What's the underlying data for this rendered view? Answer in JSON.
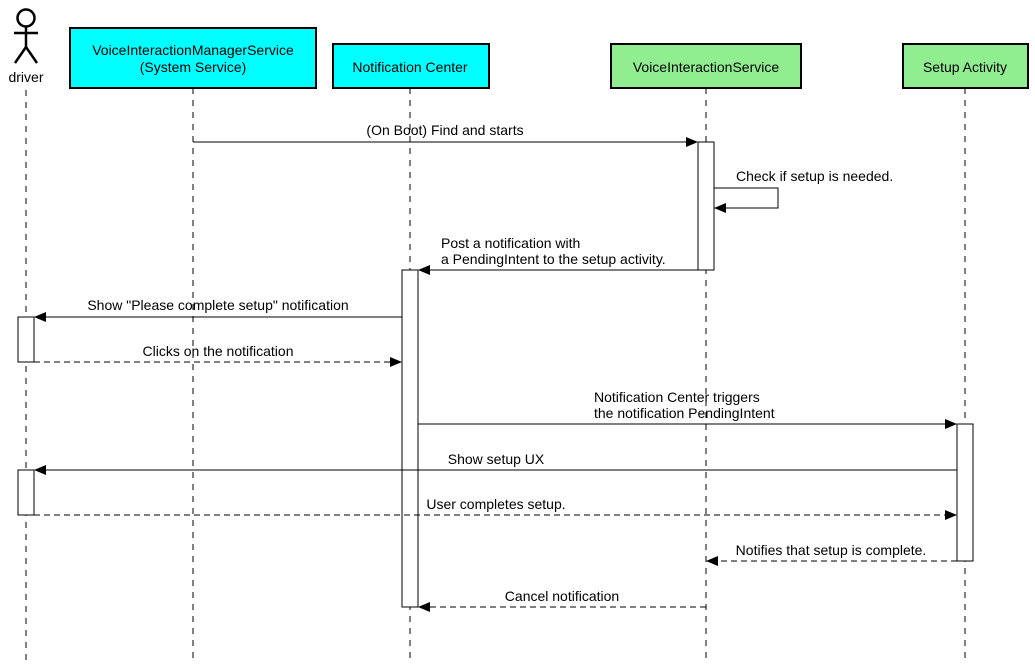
{
  "colors": {
    "cyan": "#00ffff",
    "green": "#90ee90"
  },
  "actor": {
    "name": "driver",
    "icon": "stick-figure-icon"
  },
  "participants": [
    {
      "id": "vims",
      "line1": "VoiceInteractionManagerService",
      "line2": "(System Service)",
      "color": "#00ffff"
    },
    {
      "id": "nc",
      "line1": "Notification Center",
      "line2": "",
      "color": "#00ffff"
    },
    {
      "id": "vis",
      "line1": "VoiceInteractionService",
      "line2": "",
      "color": "#90ee90"
    },
    {
      "id": "sa",
      "line1": "Setup Activity",
      "line2": "",
      "color": "#90ee90"
    }
  ],
  "messages": [
    {
      "id": "m1",
      "line1": "(On Boot) Find and starts",
      "line2": ""
    },
    {
      "id": "m2",
      "line1": "Check if setup is needed.",
      "line2": ""
    },
    {
      "id": "m3",
      "line1": "Post a notification with",
      "line2": "a PendingIntent to the setup activity."
    },
    {
      "id": "m4",
      "line1": "Show \"Please complete setup\" notification",
      "line2": ""
    },
    {
      "id": "m5",
      "line1": "Clicks on the notification",
      "line2": ""
    },
    {
      "id": "m6",
      "line1": "Notification Center triggers",
      "line2": "the notification PendingIntent"
    },
    {
      "id": "m7",
      "line1": "Show setup UX",
      "line2": ""
    },
    {
      "id": "m8",
      "line1": "User completes setup.",
      "line2": ""
    },
    {
      "id": "m9",
      "line1": "Notifies that setup is complete.",
      "line2": ""
    },
    {
      "id": "m10",
      "line1": "Cancel notification",
      "line2": ""
    }
  ]
}
